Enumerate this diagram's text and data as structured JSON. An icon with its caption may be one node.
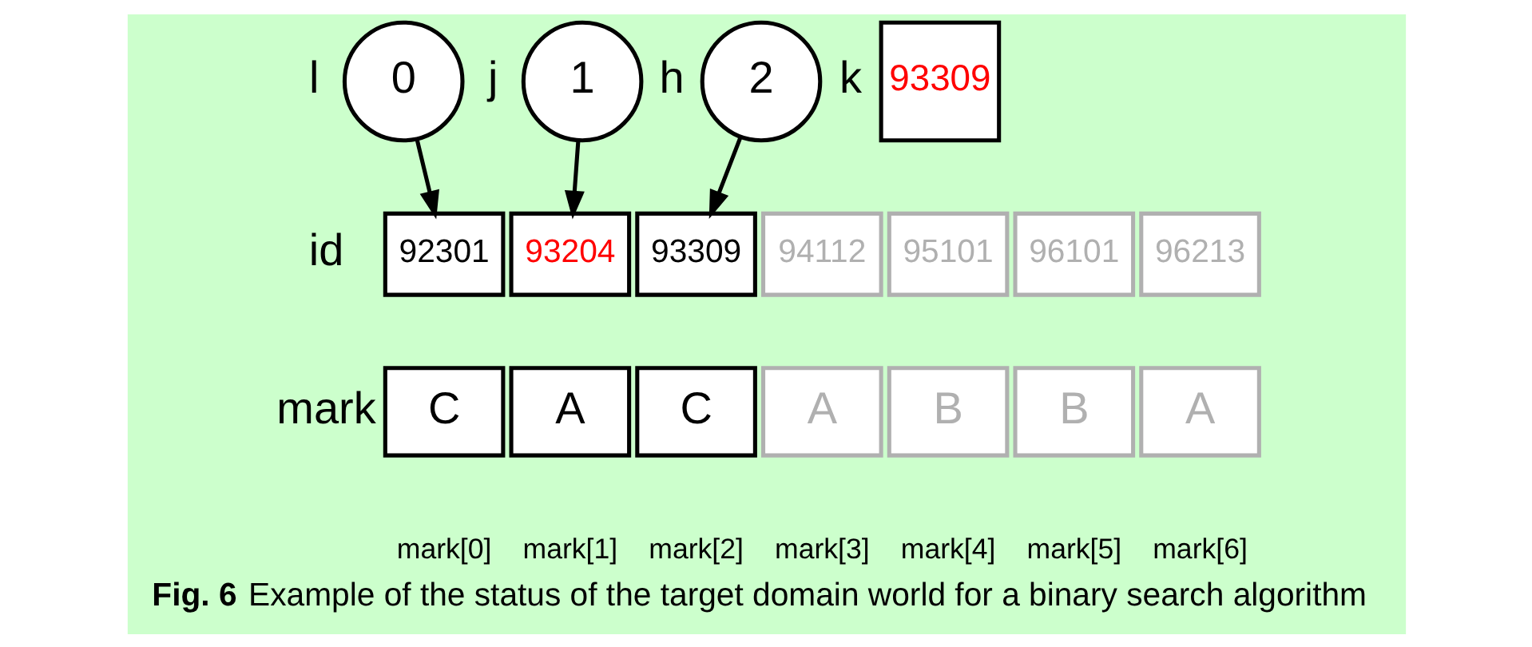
{
  "diagram": {
    "caption": "**Fig. 6** Example of the status of the target domain world for a binary search algorithm",
    "nodes": [
      {
        "text": [
          "0"
        ],
        "beside": [
          "l"
        ]
      },
      {
        "text": [
          "1"
        ],
        "beside": [
          "j"
        ]
      },
      {
        "text": [
          "2"
        ],
        "beside": [
          "h"
        ]
      },
      {
        "text": [
          "93309"
        ],
        "beside": [
          "k"
        ]
      },
      {
        "text": [
          "92301"
        ]
      },
      {
        "text": [
          "93204"
        ]
      },
      {
        "text": [
          "93309"
        ]
      },
      {
        "text": [
          "94112"
        ]
      },
      {
        "text": [
          "95101"
        ]
      },
      {
        "text": [
          "96101"
        ]
      },
      {
        "text": [
          "96213"
        ]
      },
      {
        "text": [
          "C"
        ]
      },
      {
        "text": [
          "A"
        ]
      },
      {
        "text": [
          "C"
        ]
      },
      {
        "text": [
          "A"
        ]
      },
      {
        "text": [
          "B"
        ]
      },
      {
        "text": [
          "B"
        ]
      },
      {
        "text": [
          "A"
        ]
      }
    ],
    "edges": [
      {
        "from": 0,
        "to": 4,
        "arrow": "to"
      },
      {
        "from": 1,
        "to": 5,
        "arrow": "to"
      },
      {
        "from": 2,
        "to": 6,
        "arrow": "to"
      }
    ],
    "labels": [
      "id",
      "mark",
      "mark[0]",
      "mark[1]",
      "mark[2]",
      "mark[3]",
      "mark[4]",
      "mark[5]",
      "mark[6]"
    ]
  }
}
